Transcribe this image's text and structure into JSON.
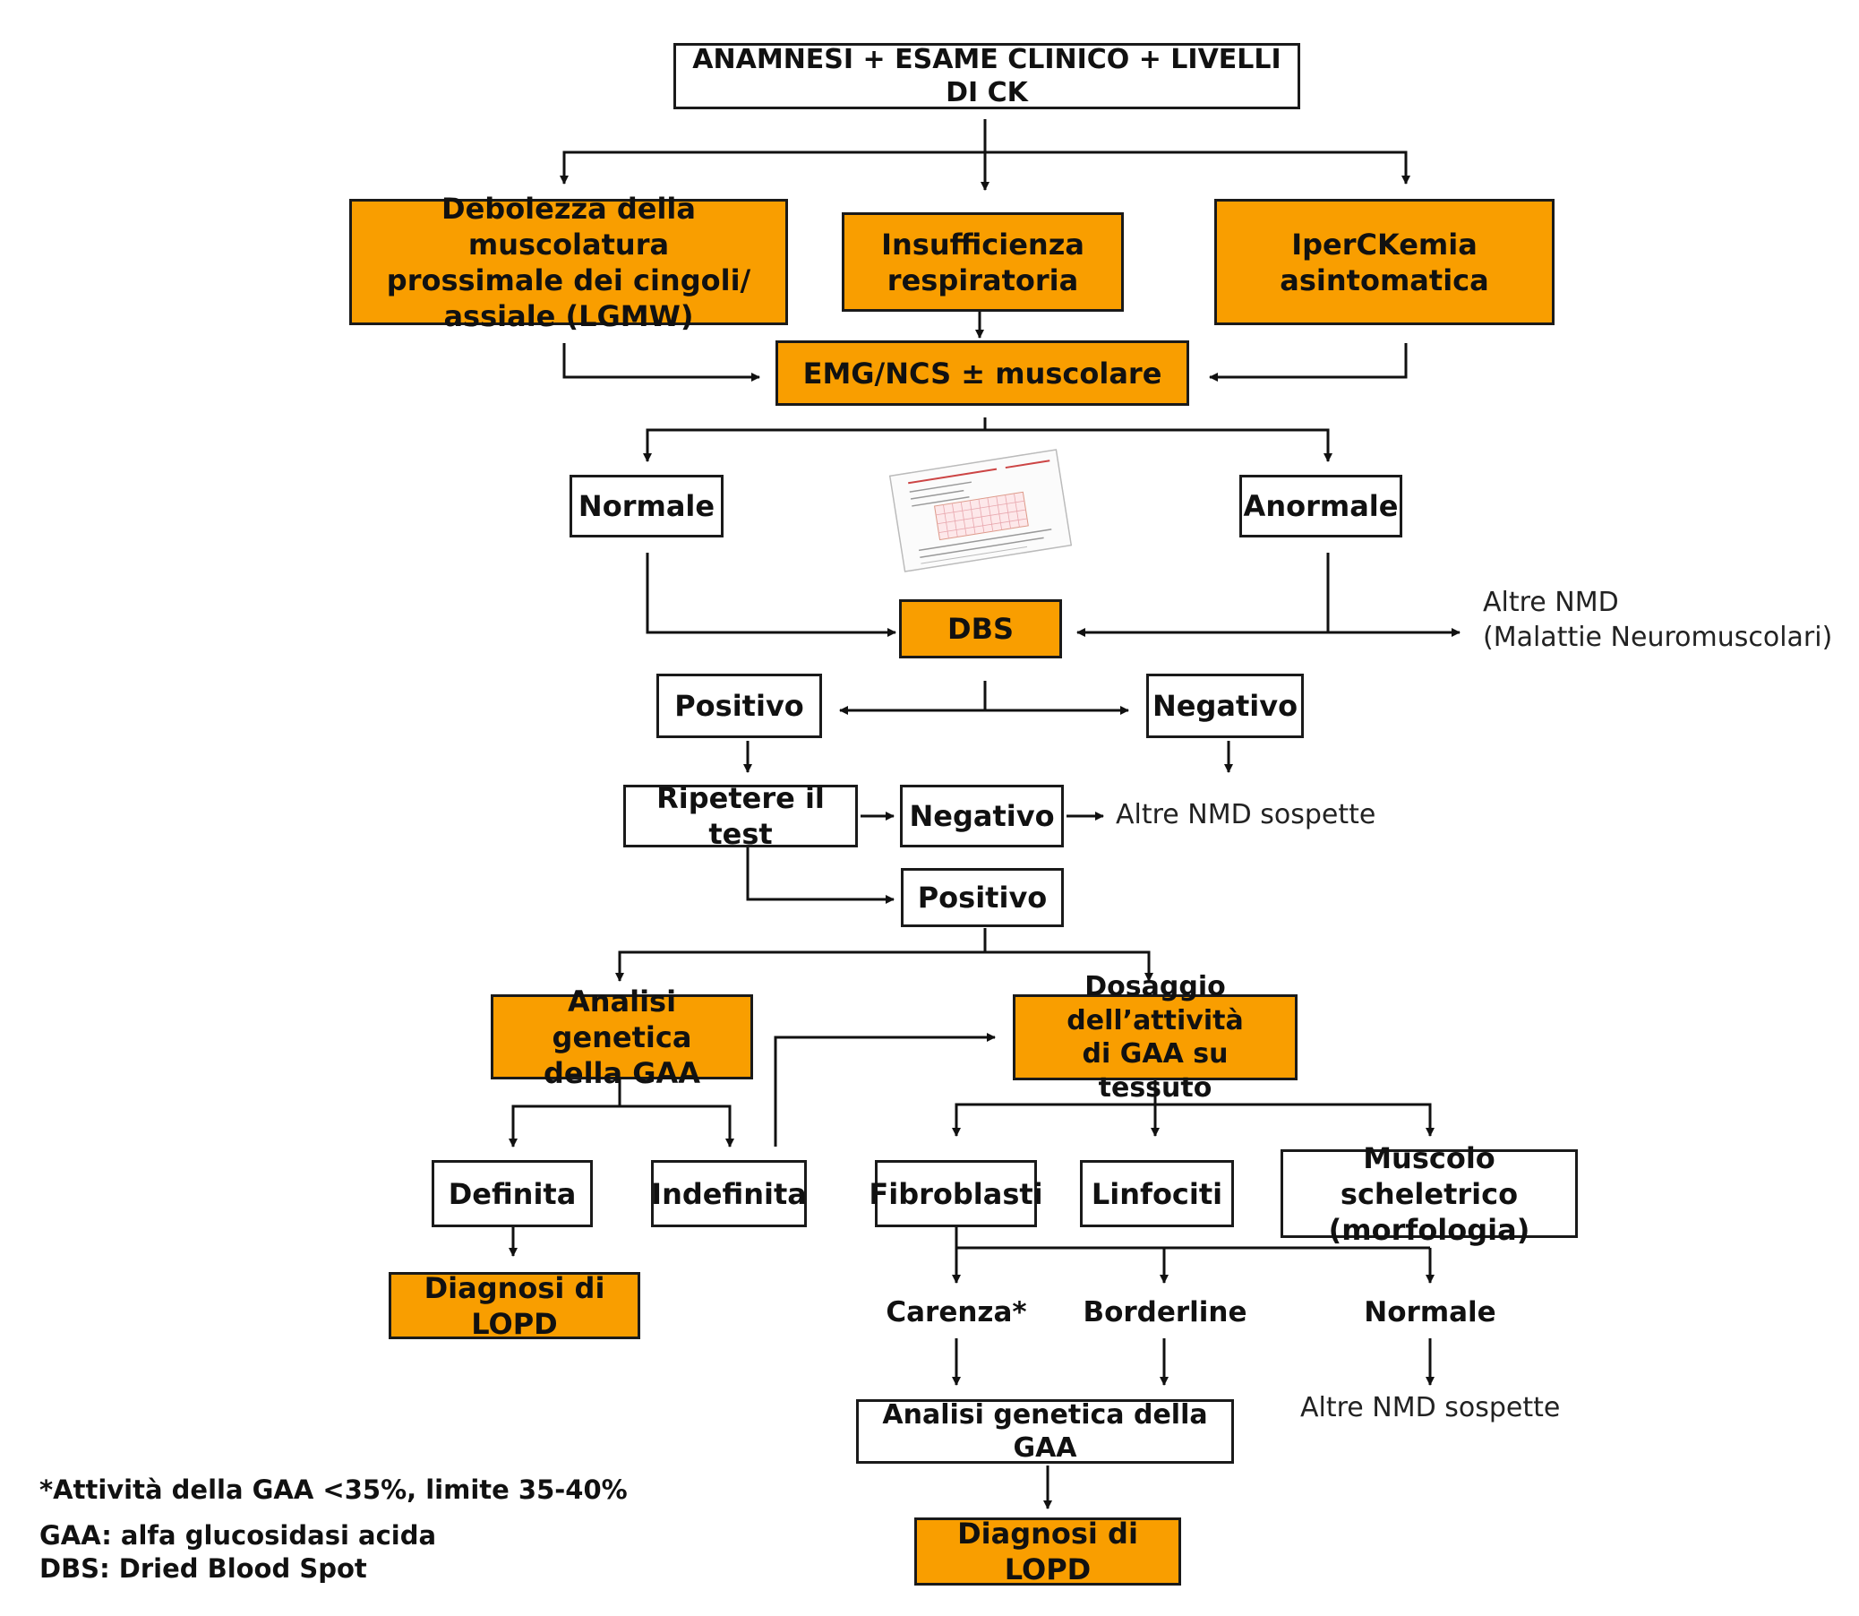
{
  "top": "ANAMNESI + ESAME CLINICO + LIVELLI DI CK",
  "presentations": {
    "lgmw": "Debolezza della muscolatura\nprossimale dei cingoli/\nassiale (LGMW)",
    "respiratory": "Insufficienza\nrespiratoria",
    "hyperck": "IperCKemia\nasintomatica"
  },
  "emg": "EMG/NCS ± muscolare",
  "emg_results": {
    "normal": "Normale",
    "abnormal": "Anormale"
  },
  "dbs": "DBS",
  "other_nmd_full": "Altre NMD\n(Malattie Neuromuscolari)",
  "dbs_results": {
    "positive": "Positivo",
    "negative": "Negativo"
  },
  "repeat": {
    "label": "Ripetere il test",
    "negative": "Negativo",
    "negative_outcome": "Altre NMD sospette",
    "positive": "Positivo"
  },
  "genetic": {
    "label": "Analisi genetica\ndella GAA",
    "definite": "Definita",
    "indefinite": "Indefinita",
    "diagnosis": "Diagnosi di LOPD"
  },
  "tissue": {
    "label": "Dosaggio dell’attività\ndi GAA su tessuto",
    "fibroblasts": "Fibroblasti",
    "lymphocytes": "Linfociti",
    "muscle": "Muscolo scheletrico\n(morfologia)"
  },
  "tissue_results": {
    "deficiency": "Carenza*",
    "borderline": "Borderline",
    "normal": "Normale",
    "normal_outcome": "Altre NMD sospette"
  },
  "final": {
    "genetic": "Analisi genetica della GAA",
    "diagnosis": "Diagnosi di LOPD"
  },
  "legend": {
    "footnote": "*Attività della GAA <35%, limite 35-40%",
    "gaa": "GAA: alfa glucosidasi acida",
    "dbs": "DBS: Dried Blood Spot"
  },
  "colors": {
    "highlight": "#f99e00",
    "border": "#1a1a1a"
  }
}
